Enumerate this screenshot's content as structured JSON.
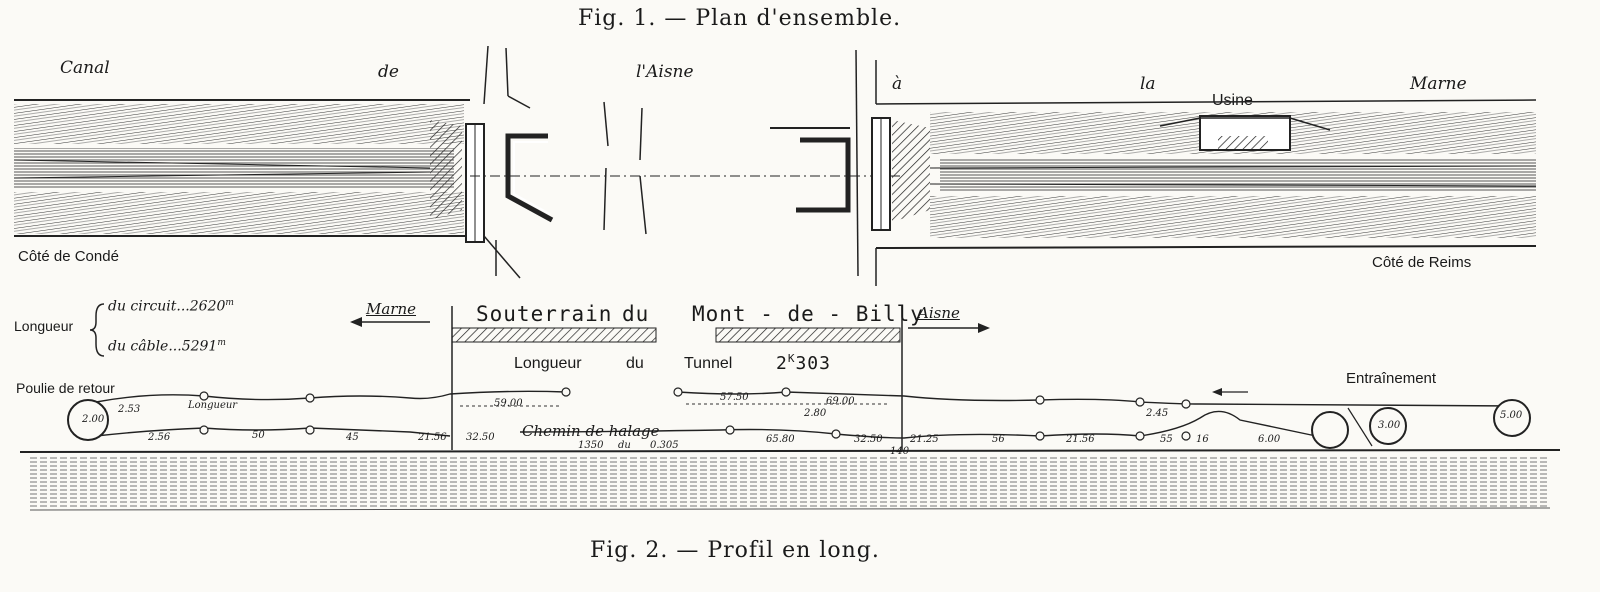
{
  "fig1": {
    "caption": "Fig. 1. — Plan d'ensemble.",
    "canal_words": [
      "Canal",
      "de",
      "l'Aisne",
      "à",
      "la",
      "Marne"
    ],
    "usine": "Usine",
    "cote_conde": "Côté de Condé",
    "cote_reims": "Côté de Reims"
  },
  "fig2": {
    "caption": "Fig. 2. — Profil en long.",
    "longueur": {
      "label": "Longueur",
      "circuit": "du circuit...2620",
      "cable": "du câble...5291",
      "unit": "m"
    },
    "marne_arrow": "Marne",
    "aisne_arrow": "Aisne",
    "souterrain": [
      "Souterrain",
      "du",
      "Mont - de - Billy"
    ],
    "tunnel_len": {
      "words": [
        "Longueur",
        "du",
        "Tunnel"
      ],
      "value": "2",
      "sup": "K",
      "rest": "303"
    },
    "poulie": "Poulie de retour",
    "entrainement": "Entraînement",
    "chemin": "Chemin de halage",
    "dims": [
      "2.56",
      "50",
      "45",
      "21.56",
      "32.50",
      "59.00",
      "57.50",
      "69.00",
      "65.80",
      "32.50",
      "21.25",
      "56",
      "21.56",
      "55",
      "16",
      "6.00",
      "5.00",
      "2.00",
      "3.00",
      "2.80",
      "2.45",
      "1350",
      "Longueur",
      "du",
      "2.53",
      "0.305",
      "140"
    ]
  }
}
